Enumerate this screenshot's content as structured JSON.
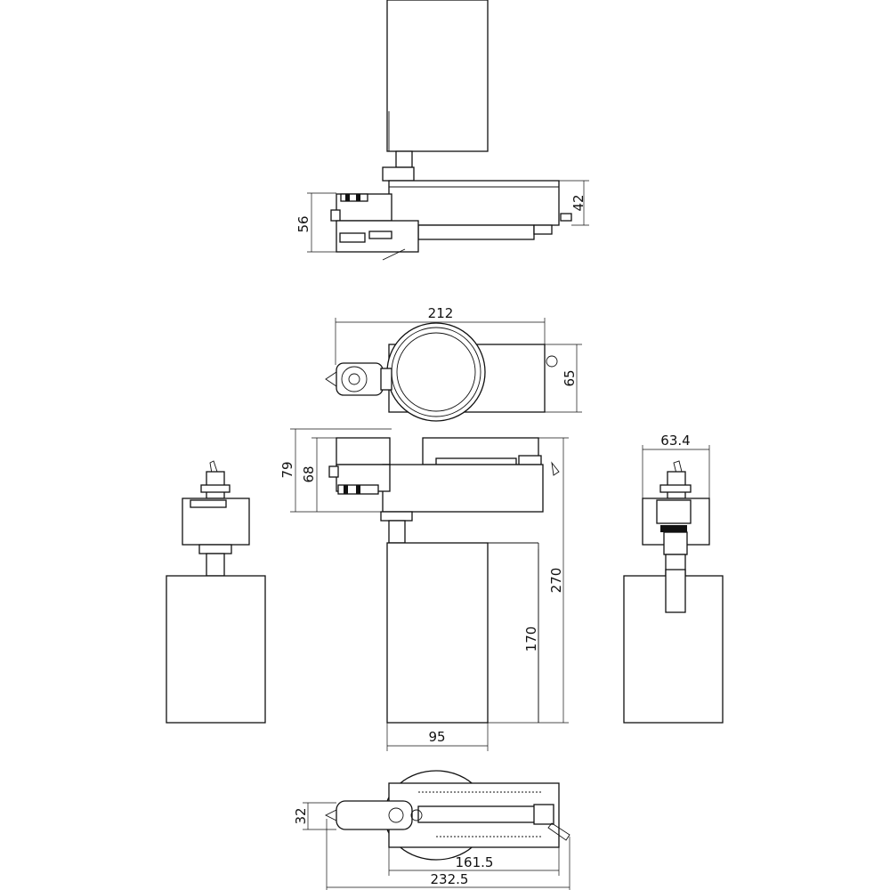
{
  "drawing": {
    "dimensions": {
      "side_height_56": "56",
      "side_body_42": "42",
      "top_length_212": "212",
      "top_width_65": "65",
      "front_height_79": "79",
      "front_height_68": "68",
      "front_total_270": "270",
      "front_cylinder_170": "170",
      "front_diameter_95": "95",
      "right_width_63_4": "63.4",
      "bottom_width_32": "32",
      "bottom_length_161_5": "161.5",
      "bottom_total_232_5": "232.5"
    },
    "colors": {
      "line": "#111111",
      "background": "#ffffff"
    }
  }
}
